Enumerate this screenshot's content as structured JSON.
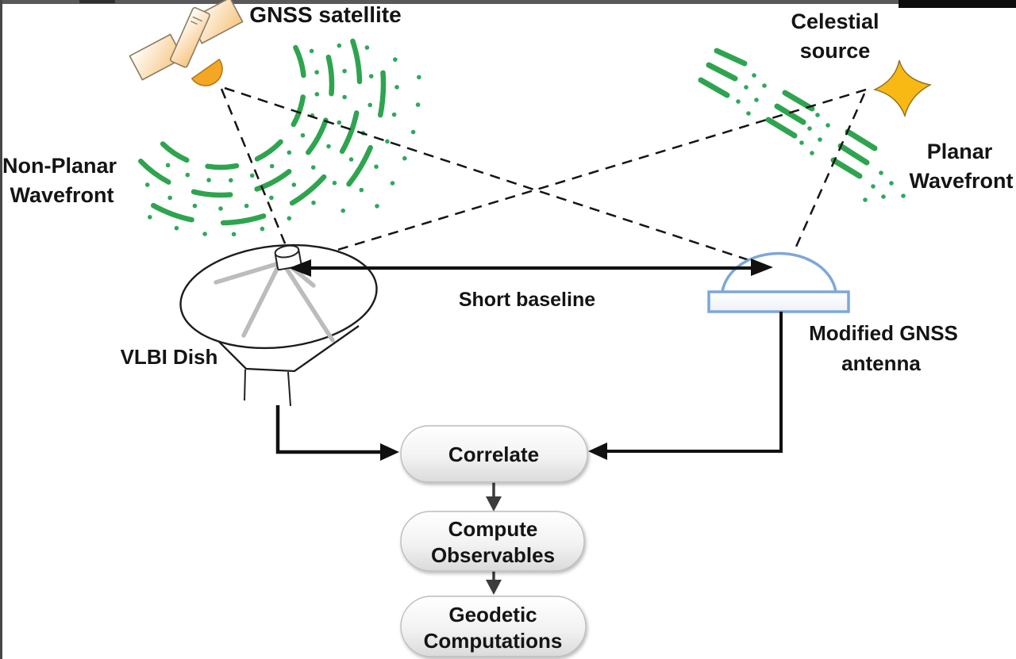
{
  "labels": {
    "gnss_satellite": "GNSS satellite",
    "celestial_line1": "Celestial",
    "celestial_line2": "source",
    "non_planar_line1": "Non-Planar",
    "non_planar_line2": "Wavefront",
    "planar_line1": "Planar",
    "planar_line2": "Wavefront",
    "vlbi_dish": "VLBI Dish",
    "short_baseline": "Short baseline",
    "antenna_line1": "Modified GNSS",
    "antenna_line2": "antenna"
  },
  "flowchart": {
    "steps": [
      {
        "id": "correlate",
        "lines": [
          "Correlate"
        ]
      },
      {
        "id": "compute-observables",
        "lines": [
          "Compute",
          "Observables"
        ]
      },
      {
        "id": "geodetic-computations",
        "lines": [
          "Geodetic",
          "Computations"
        ]
      }
    ]
  },
  "colors": {
    "wavefront_green": "#2ea44f",
    "dot_green": "#2fa85c",
    "satellite_orange": "#f7c581",
    "dish_orange": "#f5a623",
    "star_yellow": "#f8b914",
    "antenna_blue": "#7da7d8",
    "ink": "#141414",
    "strut_gray": "#bcbcbc"
  }
}
